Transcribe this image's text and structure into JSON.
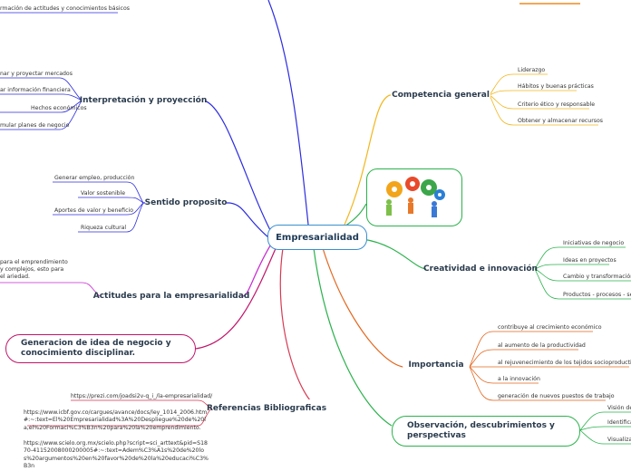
{
  "root": "Empresarialidad",
  "branches": {
    "interpretacion": {
      "label": "Interpretación y proyección",
      "color": "#2c2ce0",
      "leaves": [
        "nar y proyectar mercados",
        "ar información financiera",
        "Hechos económicos",
        "mular planes de negocio"
      ]
    },
    "sentido": {
      "label": "Sentido proposito",
      "color": "#2c2ce0",
      "leaves": [
        "Generar empleo, producción",
        "Valor sostenible",
        "Aportes de valor y beneficio",
        "Riqueza cultural"
      ]
    },
    "actitudes": {
      "label": "Actitudes para la empresarialidad",
      "color": "#c62ad0",
      "leaves": [
        "para el emprendimiento y complejos, esto para el ariedad."
      ]
    },
    "generacion": {
      "label": "Generacion de idea de negocio y conocimiento disciplinar.",
      "color": "#c0146a"
    },
    "referencias": {
      "label": "Referencias Bibliograficas",
      "color": "#d63a54",
      "leaves": [
        "https://prezi.com/joadsi2v-q_i_/la-empresarialidad/",
        "https://www.icbf.gov.co/cargues/avance/docs/ley_1014_2006.htm#:~:text=El%20Empresarialidad%3A%20Despliegue%20de%20la,el%20Formaci%C3%B3n%20para%20la%20emprendimiento.",
        "https://www.scielo.org.mx/scielo.php?script=sci_arttext&pid=S1870-41152008000200005#:~:text=Adem%C3%A1s%20de%20los%20argumentos%20en%20favor%20de%20la%20educaci%C3%B3n"
      ]
    },
    "top_left_leaf": "rmación de actitudes y conocimientos básicos",
    "competencia": {
      "label": "Competencia general",
      "color": "#f2b61c",
      "leaves": [
        "Liderazgo",
        "Hábitos y buenas prácticas",
        "Criterio ético y responsable",
        "Obtener y almacenar recursos"
      ]
    },
    "creatividad": {
      "label": "Creatividad e innovación",
      "color": "#2bb24c",
      "leaves": [
        "Iniciativas de negocio",
        "Ideas en proyectos",
        "Cambio y transformación",
        "Productos - procesos - serv"
      ]
    },
    "importancia": {
      "label": "Importancia",
      "color": "#e3661e",
      "leaves": [
        "contribuye al crecimiento económico",
        "al aumento de la productividad",
        "al rejuvenecimiento de los tejidos socioproductivos",
        "a la innovación",
        "generación de nuevos puestos de trabajo"
      ]
    },
    "observacion": {
      "label": "Observación, descubrimientos y perspectivas",
      "color": "#2bb24c",
      "leaves": [
        "Visión de",
        "Identifica",
        "Visualiza"
      ]
    }
  },
  "colors": {
    "root_border": "#3a8fd0",
    "top_line_orange": "#f08c1e"
  }
}
